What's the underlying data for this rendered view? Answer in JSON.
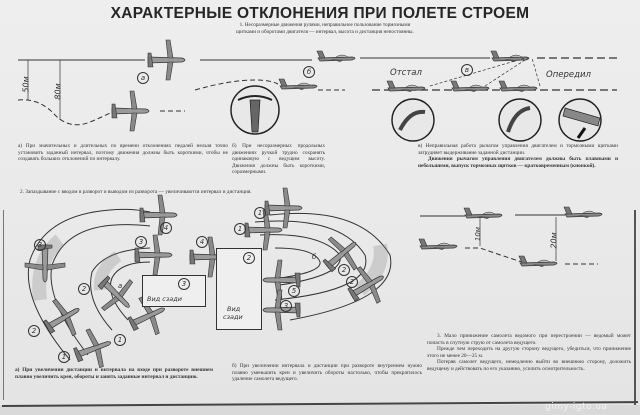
{
  "document": {
    "title": "ХАРАКТЕРНЫЕ ОТКЛОНЕНИЯ ПРИ ПОЛЕТЕ СТРОЕМ",
    "section1": {
      "heading_line1": "1. Несоразмерные движения рулями, неправильное пользование тормозными",
      "heading_line2": "щитками и оборотами двигателя — интервал, высота и дистанция непостоянны.",
      "labels": {
        "a": "а",
        "b": "б",
        "v": "в",
        "dist_50": "50м",
        "dist_80": "80м",
        "otstal": "Отстал",
        "operedil": "Опередил"
      },
      "captions": {
        "a": "а) При значительных и длительных по времени отклонениях педалей нельзя точно установить заданный интервал, поэтому движения должны быть короткими, чтобы не создавать больших отклонений по интервалу.",
        "b": "б) При несоразмерных продольных движениях ручкой трудно сохранять одинаковую с ведущим высоту. Движения должны быть короткими, соразмерными.",
        "v_line1": "в) Неправильная работа рычагом управления двигателем и тормозными щитками затрудняет выдерживание заданной дистанции.",
        "v_line2": "Движения рычагом управления двигателем должны быть плавными и небольшими, выпуск тормозных щитков — кратковременным (кнопкой)."
      }
    },
    "section2": {
      "heading": "2. Запаздывание с вводом в разворот и выводом из разворота — увеличиваются интервал и дистанция.",
      "labels": {
        "a": "а",
        "b": "б",
        "view_from_behind": "Вид сзади",
        "view_line1": "Вид",
        "view_line2": "сзади",
        "pos_1": "1",
        "pos_2": "2",
        "pos_3": "3",
        "pos_4": "4",
        "pos_5": "5"
      },
      "captions": {
        "a": "а) При увеличении дистанции и интервала на входе при развороте внешнем плавно увеличить крен, обороты и занять заданные интервал и дистанцию.",
        "b": "б) При увеличении интервала и дистанции при развороте внутреннем нужно плавно уменьшить крен и увеличить обороты настолько, чтобы прекратилось удаление самолета ведущего."
      }
    },
    "section3": {
      "labels": {
        "dist_10": "10м",
        "dist_20": "20м"
      },
      "caption_p1": "3. Мало принижение самолета ведомого при перестроении — ведомый может попасть в спутную струю от самолета ведущего.",
      "caption_p2": "Прежде чем переходить на другую сторону ведущего, убедиться, что принижение этого не менее 20—25 м.",
      "caption_p3": "Потеряв самолет ведущего, немедленно выйти во внешнюю сторону, доложить ведущему и действовать по его указанию, усилить осмотрительность."
    },
    "watermark": "gimy-igto.ua"
  }
}
